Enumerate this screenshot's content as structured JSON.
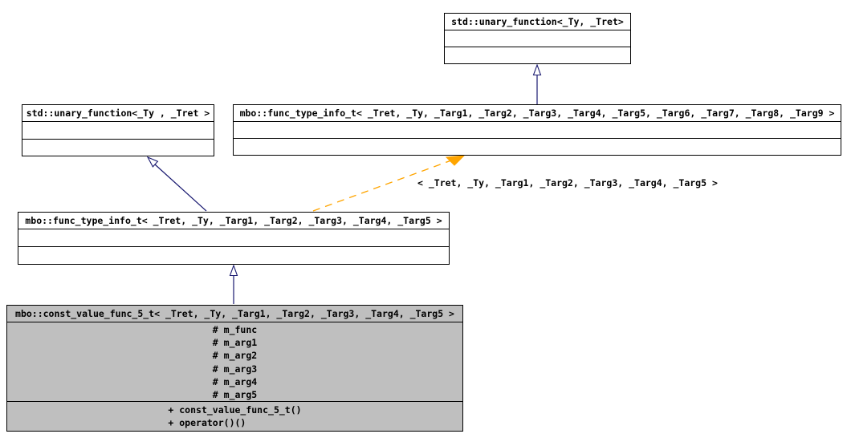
{
  "diagram": {
    "type": "uml-class-inheritance",
    "colors": {
      "background": "#ffffff",
      "node_border": "#000000",
      "node_fill": "#ffffff",
      "highlight_fill": "#bfbfbf",
      "text": "#000000",
      "inheritance_arrow": "#191970",
      "template_arrow": "#ffa500"
    },
    "nodes": {
      "unary_function_top": {
        "title": "std::unary_function<_Ty, _Tret>"
      },
      "unary_function_left": {
        "title": "std::unary_function<_Ty , _Tret >"
      },
      "func_type_info_9": {
        "title": "mbo::func_type_info_t< _Tret, _Ty, _Targ1, _Targ2, _Targ3, _Targ4, _Targ5, _Targ6, _Targ7, _Targ8, _Targ9 >"
      },
      "func_type_info_5": {
        "title": "mbo::func_type_info_t< _Tret, _Ty, _Targ1, _Targ2, _Targ3, _Targ4, _Targ5 >"
      },
      "const_value_func_5": {
        "title": "mbo::const_value_func_5_t< _Tret, _Ty, _Targ1, _Targ2, _Targ3, _Targ4, _Targ5 >",
        "attributes": [
          "# m_func",
          "# m_arg1",
          "# m_arg2",
          "# m_arg3",
          "# m_arg4",
          "# m_arg5"
        ],
        "methods": [
          "+ const_value_func_5_t()",
          "+ operator()()"
        ]
      }
    },
    "edges": {
      "template_instance_label": "< _Tret, _Ty, _Targ1, _Targ2, _Targ3, _Targ4, _Targ5 >"
    }
  }
}
